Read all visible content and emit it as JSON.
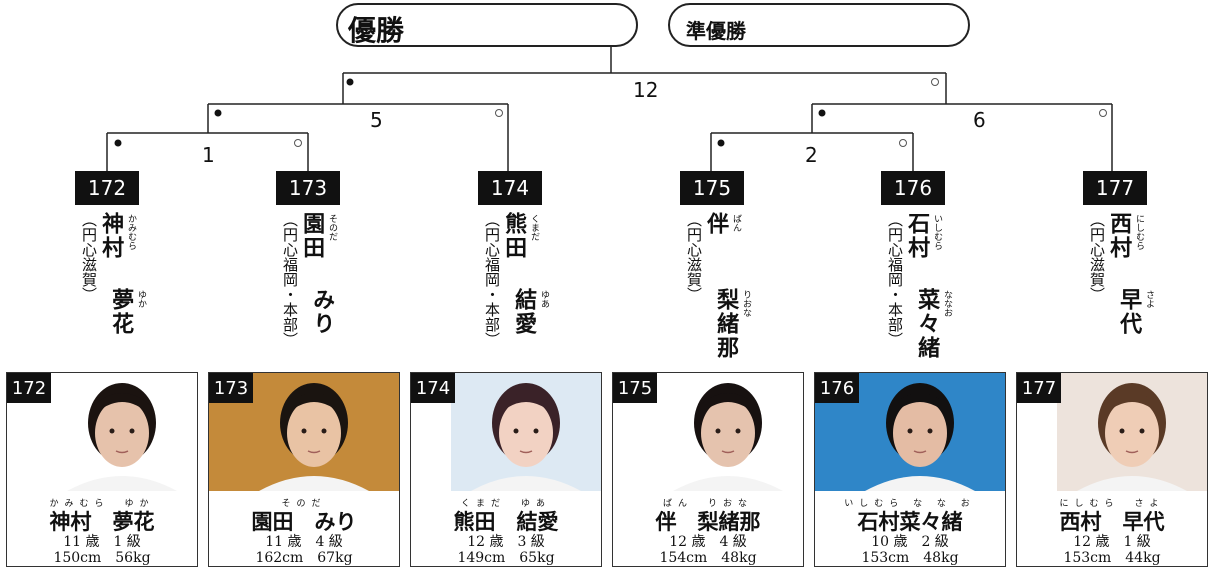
{
  "title_win": "優勝",
  "title_runnerup": "準優勝",
  "matches": {
    "m12": "12",
    "m5": "5",
    "m6": "6",
    "m1": "1",
    "m2": "2"
  },
  "entries": [
    {
      "no": "172",
      "name_top": "神村",
      "name_bot": "夢花",
      "aff": "（円心滋賀）",
      "ruby_top": "かみむら",
      "ruby_bot": "ゆか",
      "card_ruby": "かみむら　ゆか",
      "card_name": "神村　夢花",
      "age": "11歳",
      "grade": "1級",
      "height": "150cm",
      "weight": "56kg",
      "age_line": "11 歳　1 級",
      "body_line": "150cm　56kg",
      "photo_bg": "#ffffff",
      "hair": "#1b1310",
      "skin": "#e6c2ab"
    },
    {
      "no": "173",
      "name_top": "園田",
      "name_bot": "みり",
      "aff": "（円心福岡・本部）",
      "ruby_top": "そのだ",
      "ruby_bot": "",
      "card_ruby": "そのだ",
      "card_name": "園田　みり",
      "age": "11歳",
      "grade": "4級",
      "height": "162cm",
      "weight": "67kg",
      "age_line": "11 歳　4 級",
      "body_line": "162cm　67kg",
      "photo_bg": "#c48a3a",
      "hair": "#1a1410",
      "skin": "#e9c3a4"
    },
    {
      "no": "174",
      "name_top": "熊田",
      "name_bot": "結愛",
      "aff": "（円心福岡・本部）",
      "ruby_top": "くまだ",
      "ruby_bot": "ゆあ",
      "card_ruby": "くまだ　ゆあ",
      "card_name": "熊田　結愛",
      "age": "12歳",
      "grade": "3級",
      "height": "149cm",
      "weight": "65kg",
      "age_line": "12 歳　3 級",
      "body_line": "149cm　65kg",
      "photo_bg": "#dde9f3",
      "hair": "#3a2228",
      "skin": "#f2d2c3"
    },
    {
      "no": "175",
      "name_top": "伴",
      "name_bot": "梨緒那",
      "aff": "（円心滋賀）",
      "ruby_top": "ばん",
      "ruby_bot": "りおな",
      "card_ruby": "ばん　りおな",
      "card_name": "伴　梨緒那",
      "age": "12歳",
      "grade": "4級",
      "height": "154cm",
      "weight": "48kg",
      "age_line": "12 歳　4 級",
      "body_line": "154cm　48kg",
      "photo_bg": "#ffffff",
      "hair": "#171110",
      "skin": "#e5c3ae"
    },
    {
      "no": "176",
      "name_top": "石村",
      "name_bot": "菜々緒",
      "aff": "（円心福岡・本部）",
      "ruby_top": "いしむら",
      "ruby_bot": "ななお",
      "card_ruby": "いしむら な な お",
      "card_name": "石村菜々緒",
      "age": "10歳",
      "grade": "2級",
      "height": "153cm",
      "weight": "48kg",
      "age_line": "10 歳　2 級",
      "body_line": "153cm　48kg",
      "photo_bg": "#2f86c8",
      "hair": "#121010",
      "skin": "#e4bca4"
    },
    {
      "no": "177",
      "name_top": "西村",
      "name_bot": "早代",
      "aff": "（円心滋賀）",
      "ruby_top": "にしむら",
      "ruby_bot": "さよ",
      "card_ruby": "にしむら　さよ",
      "card_name": "西村　早代",
      "age": "12歳",
      "grade": "1級",
      "height": "153cm",
      "weight": "44kg",
      "age_line": "12 歳　1 級",
      "body_line": "153cm　44kg",
      "photo_bg": "#ede3dc",
      "hair": "#5a3a26",
      "skin": "#efcdb6"
    }
  ]
}
